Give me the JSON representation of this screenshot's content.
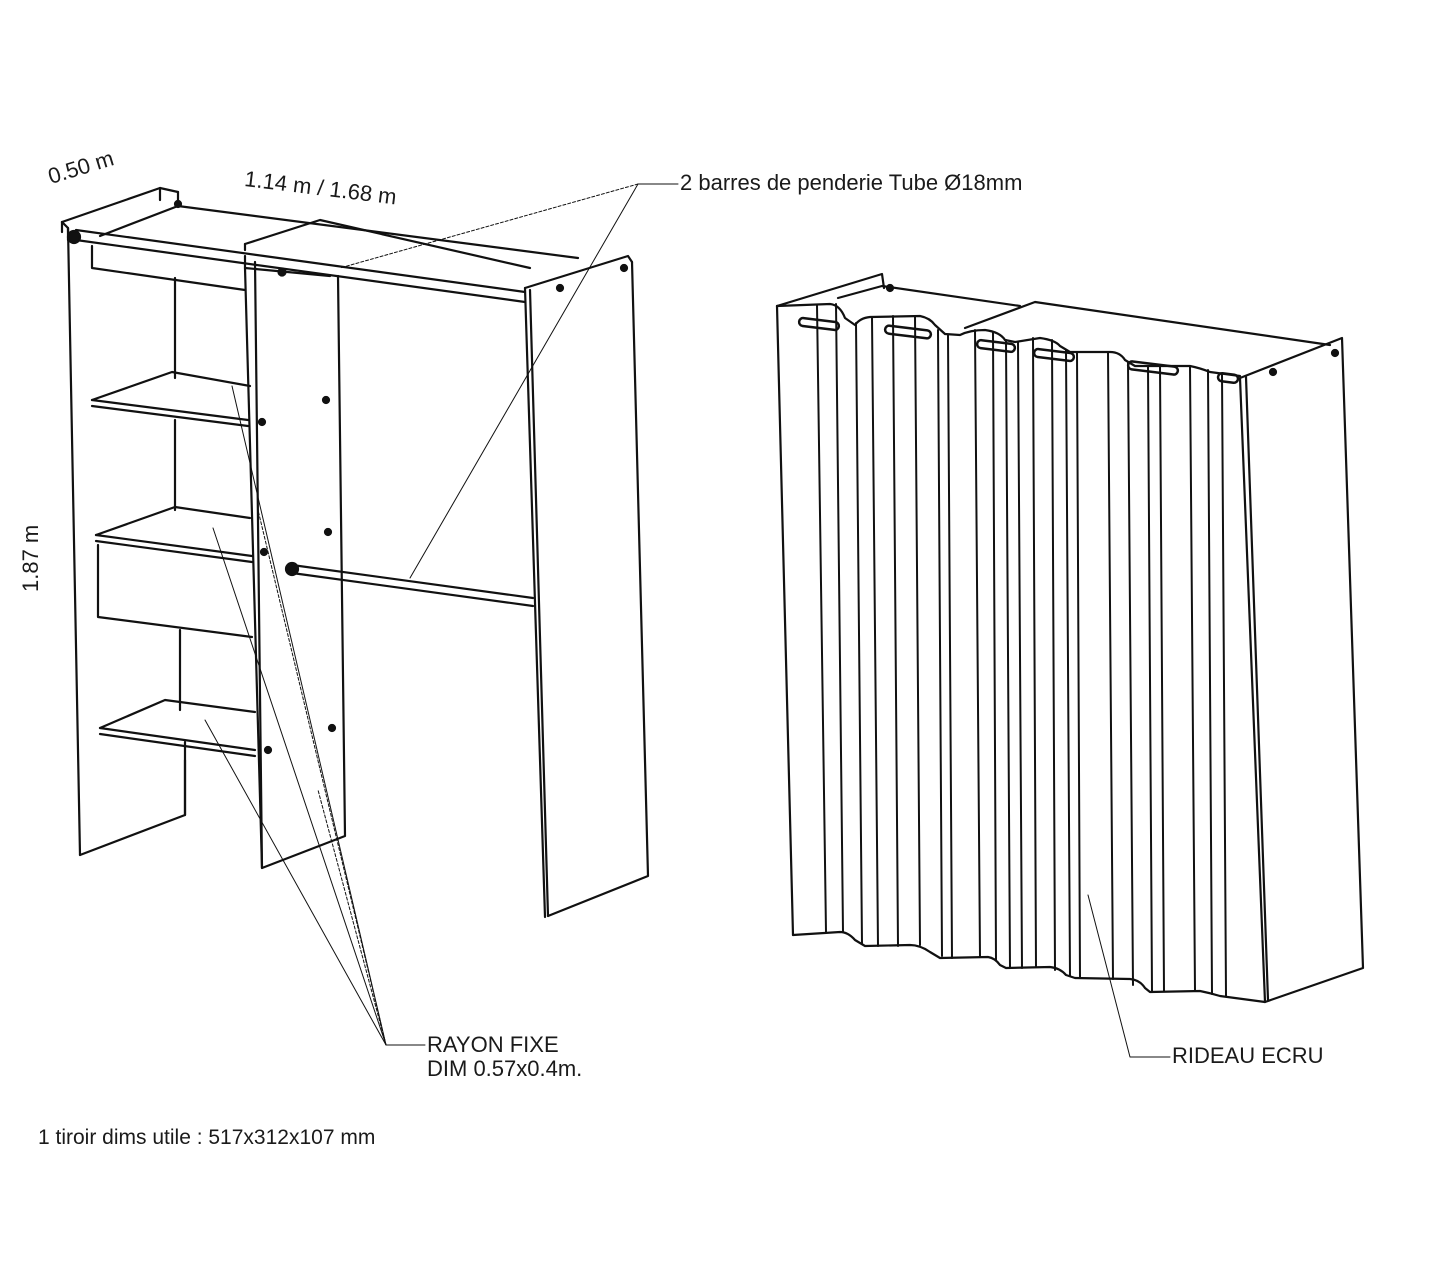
{
  "diagram": {
    "type": "technical line drawing",
    "subject": "Extendable wardrobe with curtain",
    "views": [
      {
        "id": "open-view",
        "description": "Wardrobe frame without curtain: two side panels, central divider, three fixed shelves, one drawer, two hanging rails"
      },
      {
        "id": "curtain-view",
        "description": "Wardrobe closed with pleated curtain on rings"
      }
    ]
  },
  "dimensions": {
    "depth": "0.50 m",
    "width": "1.14 m / 1.68 m",
    "height": "1.87 m"
  },
  "callouts": {
    "hanging_bars": "2 barres de penderie  Tube Ø18mm",
    "shelf_line1": "RAYON FIXE",
    "shelf_line2": "DIM 0.57x0.4m.",
    "curtain": "RIDEAU ECRU"
  },
  "notes": {
    "drawer": "1 tiroir dims utile : 517x312x107 mm"
  },
  "colors": {
    "line": "#111111",
    "background": "#ffffff",
    "text": "#1a1a1a"
  }
}
